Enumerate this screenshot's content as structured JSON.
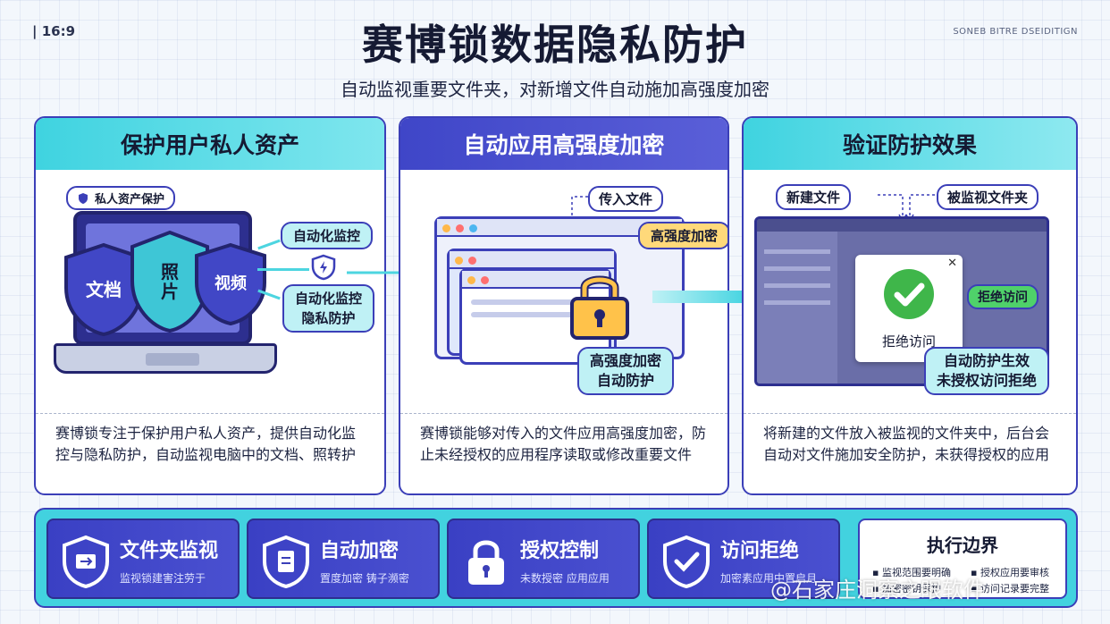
{
  "header": {
    "ratio_tag": "| 16:9",
    "right_tag": "SONEB BITRE DSEIDITIGN",
    "title": "赛博锁数据隐私防护",
    "subtitle": "自动监视重要文件夹，对新增文件自动施加高强度加密"
  },
  "panels": [
    {
      "title": "保护用户私人资产",
      "badge": "私人资产保护",
      "shields": [
        "文档",
        "照\n片",
        "视频"
      ],
      "callouts": [
        "自动化监控",
        "自动化监控\n隐私防护"
      ],
      "description": "赛博锁专注于保护用户私人资产，提供自动化监控与隐私防护，自动监视电脑中的文档、照转护"
    },
    {
      "title": "自动应用高强度加密",
      "callouts": [
        "传入文件",
        "高强度加密",
        "高强度加密\n自动防护"
      ],
      "description": "赛博锁能够对传入的文件应用高强度加密，防止未经授权的应用程序读取或修改重要文件"
    },
    {
      "title": "验证防护效果",
      "callouts": [
        "新建文件",
        "被监视文件夹",
        "拒绝访问",
        "自动防护生效\n未授权访问拒绝"
      ],
      "dialog_text": "拒绝访问",
      "description": "将新建的文件放入被监视的文件夹中，后台会自动对文件施加安全防护，未获得授权的应用"
    }
  ],
  "features": [
    {
      "title": "文件夹监视",
      "subtitle": "监视锁建害注劳于",
      "icon": "folder-shield-icon"
    },
    {
      "title": "自动加密",
      "subtitle": "置度加密 铸子濒密",
      "icon": "document-shield-icon"
    },
    {
      "title": "授权控制",
      "subtitle": "未数授密 应用应用",
      "icon": "padlock-icon"
    },
    {
      "title": "访问拒绝",
      "subtitle": "加密素应用中置启月",
      "icon": "check-shield-icon"
    }
  ],
  "boundary": {
    "title": "执行边界",
    "items": [
      "监视范围要明确",
      "授权应用要审核",
      "加密密钥保护",
      "访问记录要完整"
    ]
  },
  "watermark": "@石家庄洞察之眼软件",
  "colors": {
    "primary": "#3b3fb8",
    "cyan": "#42d2df",
    "yellow": "#ffd97a",
    "success": "#3fb64a"
  }
}
